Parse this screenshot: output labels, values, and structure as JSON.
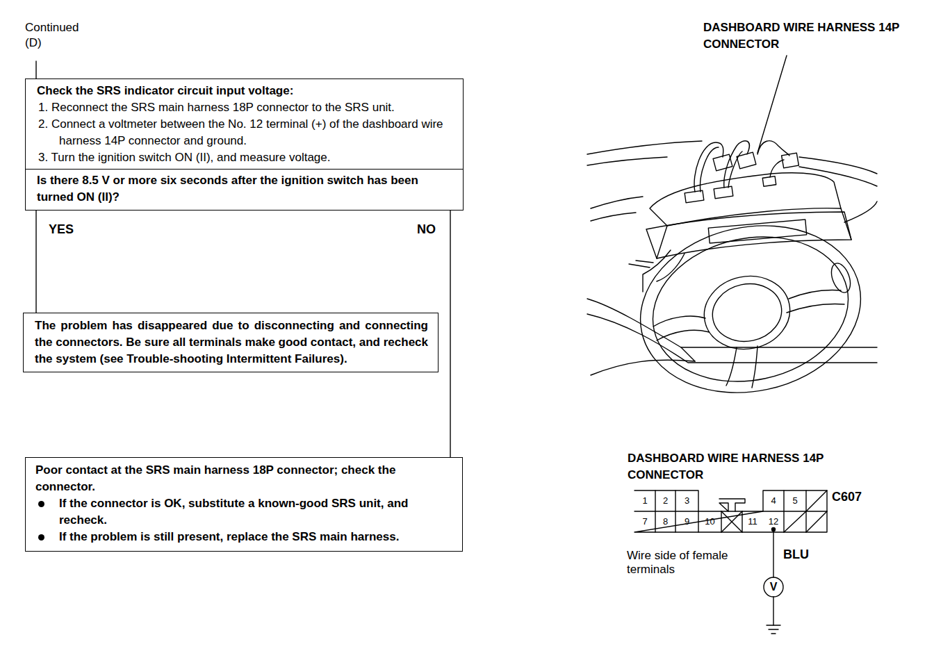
{
  "diagram": {
    "nodes": [
      {
        "text": [
          "Check the SRS indicator circuit input voltage:",
          "1. Reconnect the SRS main harness 18P connector to the SRS unit.",
          "2. Connect a voltmeter between the No. 12 terminal (+) of the dashboard wire harness 14P connector and ground.",
          "3. Turn the ignition switch ON (II), and measure voltage."
        ]
      },
      {
        "text": [
          "Is there 8.5 V or more six seconds after the ignition switch has been turned ON (II)?"
        ]
      },
      {
        "text": [
          "The problem has disappeared due to disconnecting and connecting the connectors. Be sure all terminals make good contact, and recheck the system (see Trouble-shooting Intermittent Failures)."
        ]
      },
      {
        "text": [
          "Poor contact at the SRS main harness 18P connector; check the connector.",
          "If the connector is OK, substitute a known-good SRS unit, and recheck.",
          "If the problem is still present, replace the SRS main harness."
        ]
      }
    ],
    "edges": [
      {
        "from": 1,
        "to": 2,
        "label": "YES",
        "arrow": "none"
      },
      {
        "from": 1,
        "to": 3,
        "label": "NO",
        "arrow": "none"
      }
    ],
    "labels": [
      "Continued",
      "(D)",
      "DASHBOARD WIRE HARNESS 14P CONNECTOR",
      "DASHBOARD WIRE HARNESS 14P CONNECTOR",
      "C607",
      "1",
      "2",
      "3",
      "4",
      "5",
      "7",
      "8",
      "9",
      "10",
      "11",
      "12",
      "Wire side of female terminals",
      "BLU",
      "V"
    ]
  }
}
